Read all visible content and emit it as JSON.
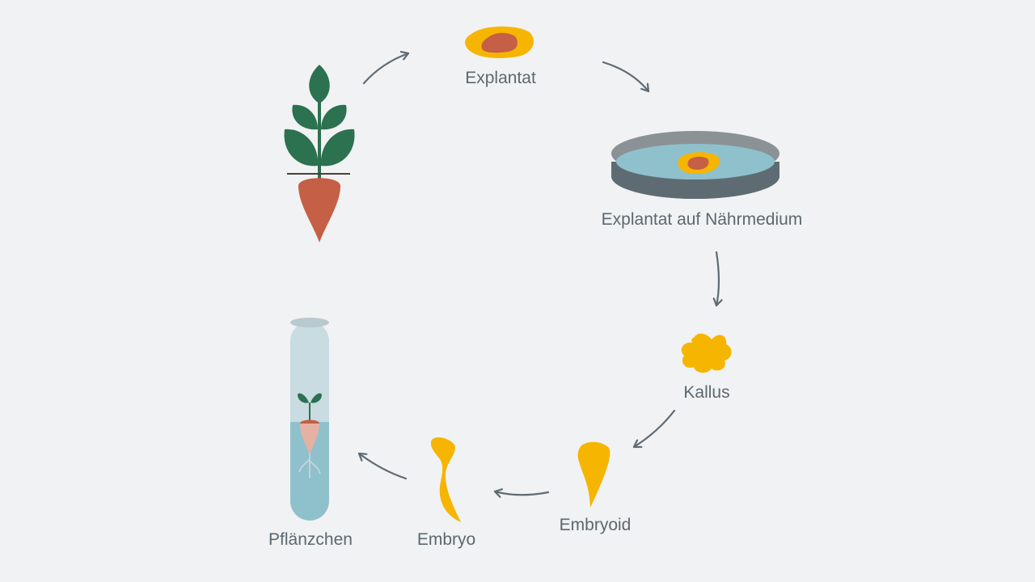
{
  "colors": {
    "background": "#f1f2f3",
    "leaf": "#2c7150",
    "root": "#c55f45",
    "callus": "#f6b500",
    "medium": "#8fc1cd",
    "dish_rim": "#5f6b72",
    "arrow": "#5f6b72",
    "label_text": "#5b6870"
  },
  "stages": [
    {
      "id": "explantat",
      "label": "Explantat",
      "icon": "explant-tissue-icon"
    },
    {
      "id": "explantat-medium",
      "label": "Explantat auf Nährmedium",
      "icon": "petri-dish-icon"
    },
    {
      "id": "kallus",
      "label": "Kallus",
      "icon": "callus-icon"
    },
    {
      "id": "embryoid",
      "label": "Embryoid",
      "icon": "embryoid-icon"
    },
    {
      "id": "embryo",
      "label": "Embryo",
      "icon": "embryo-icon"
    },
    {
      "id": "pflanzchen",
      "label": "Pflänzchen",
      "icon": "test-tube-plantlet-icon"
    }
  ],
  "source_icon": "beet-plant-icon"
}
